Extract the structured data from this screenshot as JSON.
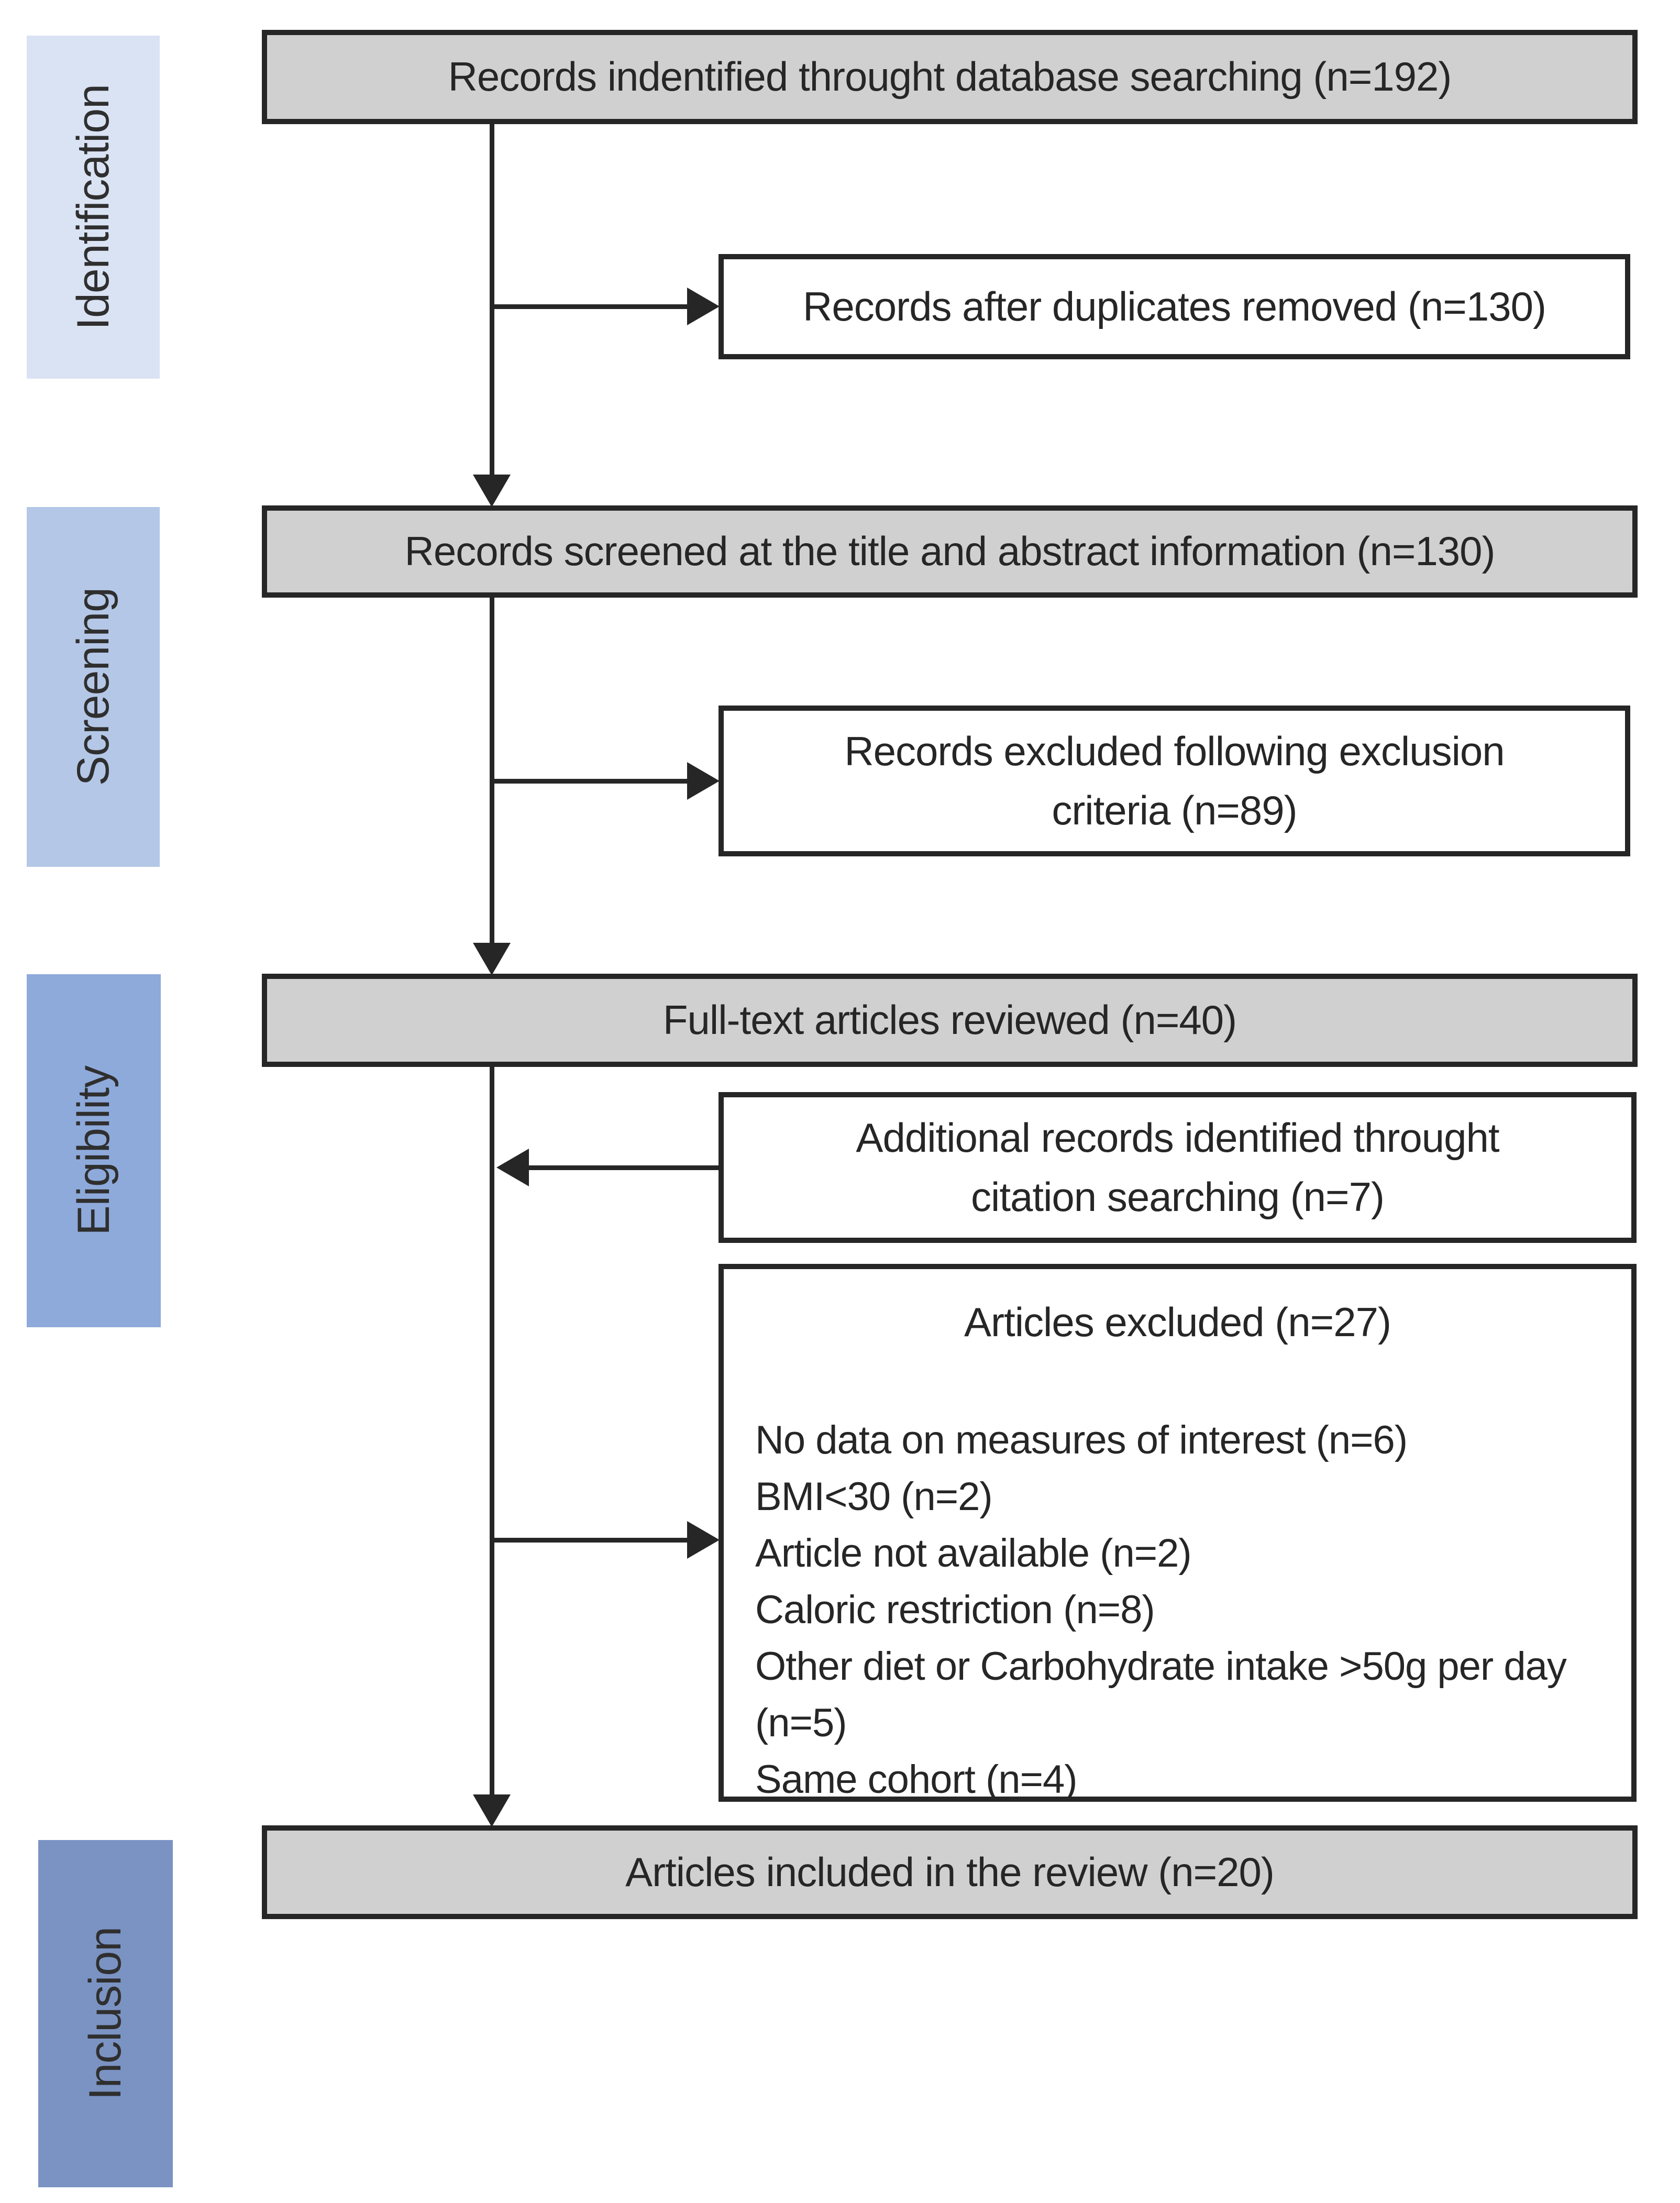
{
  "sidebar": {
    "stages": [
      {
        "label": "Identification",
        "color": "#dae3f3"
      },
      {
        "label": "Screening",
        "color": "#b4c7e7"
      },
      {
        "label": "Eligibility",
        "color": "#8eaadb"
      },
      {
        "label": "Inclusion",
        "color": "#7b93c3"
      }
    ]
  },
  "boxes": {
    "db_search": {
      "label": "Records indentified throught database searching (n=192)"
    },
    "duplicates_removed": {
      "label": "Records after duplicates removed (n=130)"
    },
    "screened": {
      "label": "Records screened at the title and abstract information (n=130)"
    },
    "excluded_criteria": {
      "lines": [
        "Records excluded following exclusion",
        "criteria (n=89)"
      ]
    },
    "fulltext": {
      "label": "Full-text articles reviewed (n=40)"
    },
    "additional": {
      "lines": [
        "Additional records identified throught",
        "citation searching (n=7)"
      ]
    },
    "excluded": {
      "title": "Articles excluded (n=27)",
      "items": [
        "No data on measures of interest (n=6)",
        "BMI<30 (n=2)",
        "Article not available (n=2)",
        "Caloric restriction (n=8)",
        "Other diet or Carbohydrate intake >50g per day (n=5)",
        "Same cohort (n=4)"
      ]
    },
    "included": {
      "label": "Articles included in the review (n=20)"
    }
  },
  "colors": {
    "box_gray_fill": "#d0d0d0",
    "box_border": "#262626",
    "connector": "#262626"
  }
}
